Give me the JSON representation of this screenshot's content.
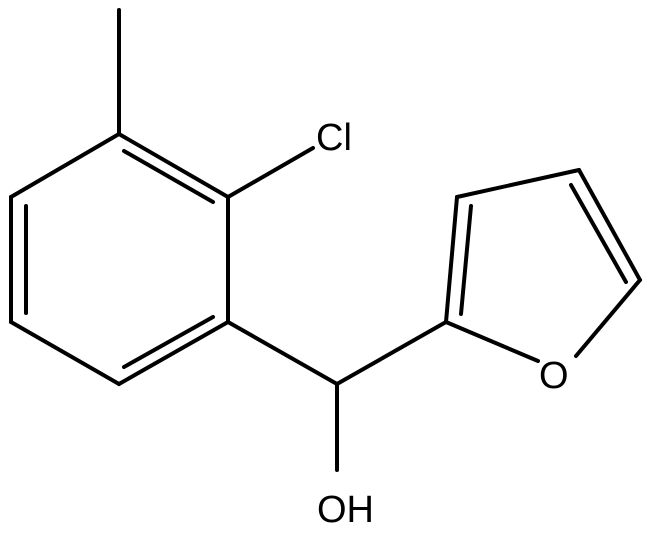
{
  "molecule": {
    "atom_labels": {
      "chlorine": "Cl",
      "ring_oxygen": "O",
      "hydroxyl": "OH"
    },
    "colors": {
      "bond": "#000000",
      "label": "#000000",
      "background": "#ffffff"
    }
  }
}
